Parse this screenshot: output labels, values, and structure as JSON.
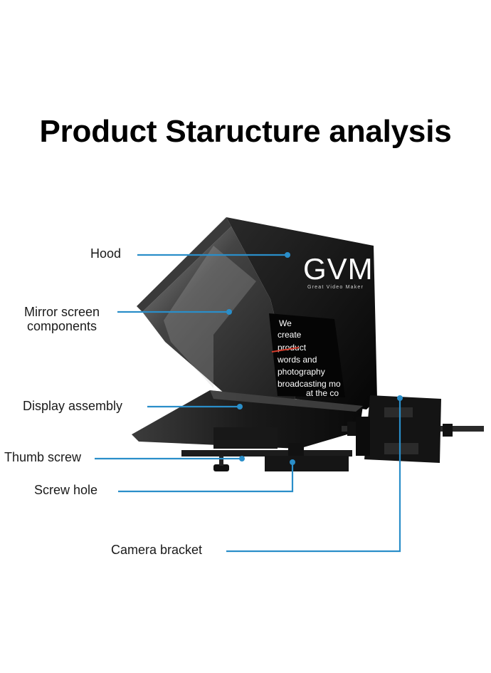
{
  "title": "Product Staructure analysis",
  "brand": {
    "logo_text": "GVM",
    "tagline": "Great Video Maker"
  },
  "screen_text": [
    "We",
    "create",
    "product",
    "words and",
    "photography",
    "broadcasting mo",
    "at the co"
  ],
  "callouts": {
    "hood": "Hood",
    "mirror_screen_line1": "Mirror screen",
    "mirror_screen_line2": "components",
    "display_assembly": "Display assembly",
    "thumb_screw": "Thumb screw",
    "screw_hole": "Screw hole",
    "camera_bracket": "Camera bracket"
  },
  "colors": {
    "callout": "#2a8ec9",
    "device": "#111111",
    "text": "#1a1a1a"
  }
}
